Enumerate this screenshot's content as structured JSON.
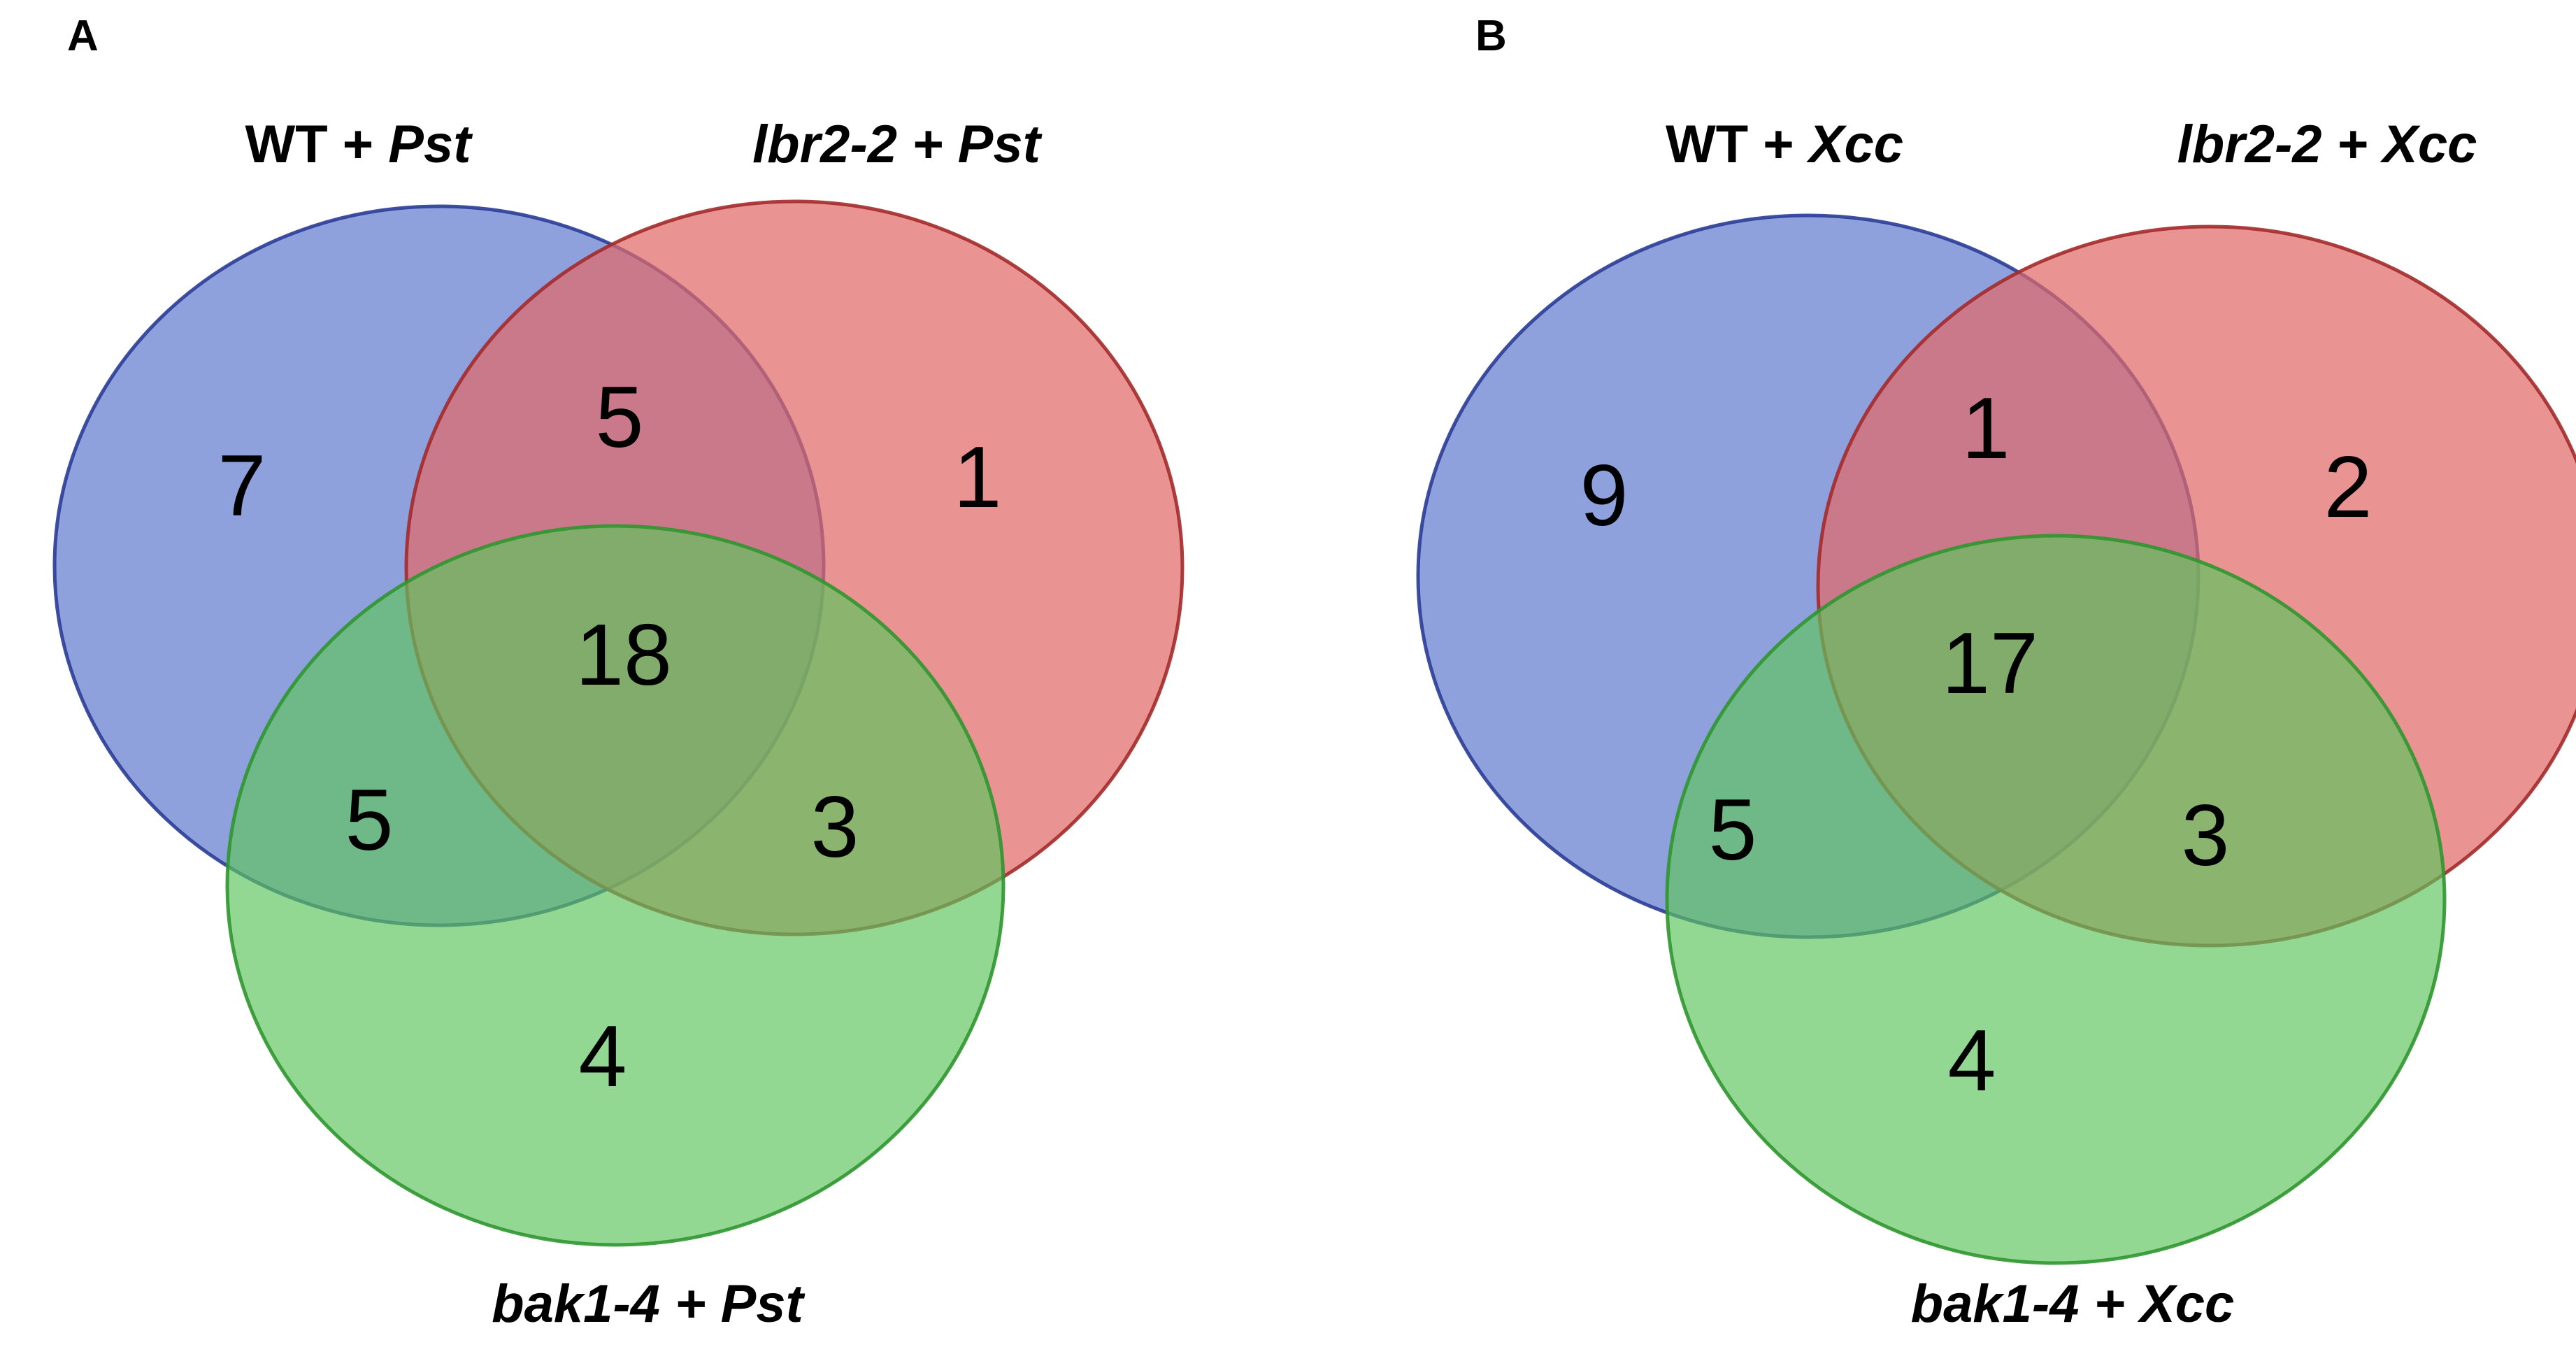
{
  "colors": {
    "set1_fill": "#6f86d3",
    "set1_stroke": "#2a3c96",
    "set2_fill": "#e06a6a",
    "set2_stroke": "#a32a2a",
    "set3_fill": "#5ec45e",
    "set3_stroke": "#2f962f"
  },
  "panels": [
    {
      "letter": "A",
      "sets": [
        {
          "prefix": "WT + ",
          "pathogen": "Pst",
          "prefix_italic": false
        },
        {
          "prefix": "lbr2-2",
          "pathogen": " + Pst",
          "prefix_italic": true
        },
        {
          "prefix": "bak1-4",
          "pathogen": " + Pst",
          "prefix_italic": true
        }
      ],
      "counts": {
        "only_1": "7",
        "only_2": "1",
        "only_3": "4",
        "s1_s2": "5",
        "s1_s3": "5",
        "s2_s3": "3",
        "all": "18"
      }
    },
    {
      "letter": "B",
      "sets": [
        {
          "prefix": "WT + ",
          "pathogen": "Xcc",
          "prefix_italic": false
        },
        {
          "prefix": "lbr2-2",
          "pathogen": " + Xcc",
          "prefix_italic": true
        },
        {
          "prefix": "bak1-4",
          "pathogen": " + Xcc",
          "prefix_italic": true
        }
      ],
      "counts": {
        "only_1": "9",
        "only_2": "2",
        "only_3": "4",
        "s1_s2": "1",
        "s1_s3": "5",
        "s2_s3": "3",
        "all": "17"
      }
    }
  ]
}
